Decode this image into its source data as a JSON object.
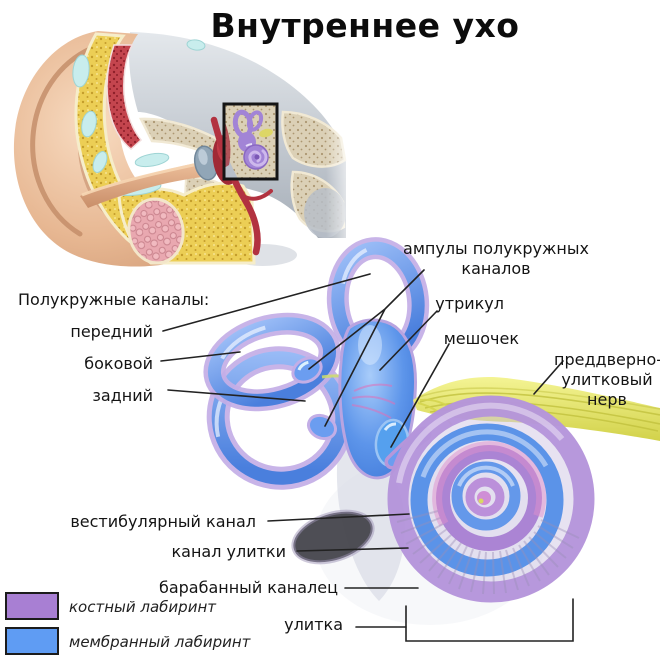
{
  "title": "Внутреннее ухо",
  "labels": {
    "ampullae": {
      "lines": [
        "ампулы полукружных",
        "каналов"
      ]
    },
    "utricle": "утрикул",
    "saccule": "мешочек",
    "nerve": {
      "lines": [
        "преддверно-",
        "улитковый",
        "нерв"
      ]
    },
    "semicircular_header": "Полукружные каналы:",
    "anterior": "передний",
    "lateral": "боковой",
    "posterior": "задний",
    "vestibular_canal": "вестибулярный канал",
    "cochlear_canal": "канал улитки",
    "tympanic_canal": "барабанный каналец",
    "cochlea": "улитка"
  },
  "legend": {
    "items": [
      {
        "label": "костный лабиринт",
        "color": "#a87fd3"
      },
      {
        "label": "мембранный лабиринт",
        "color": "#5f9cf3"
      }
    ]
  },
  "colors": {
    "bony_labyrinth": "#a87fd3",
    "membranous_labyrinth": "#5f9cf3",
    "nerve_yellow": "#e3e35c",
    "label_text": "#141414"
  }
}
